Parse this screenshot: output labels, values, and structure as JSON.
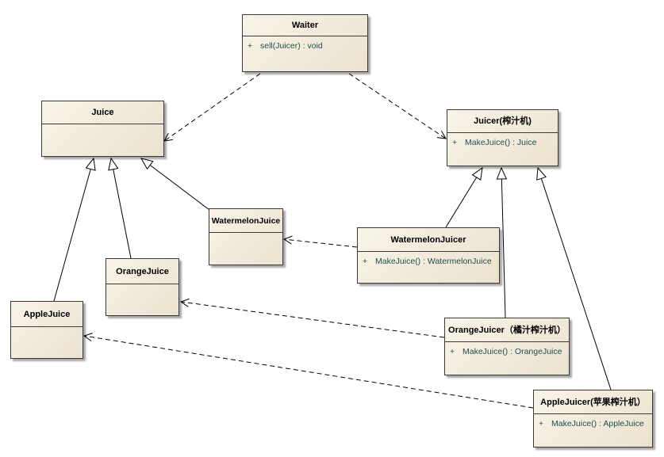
{
  "classes": {
    "waiter": {
      "name": "Waiter",
      "op_vis": "+",
      "op": "sell(Juicer) : void"
    },
    "juice": {
      "name": "Juice"
    },
    "juicer": {
      "name": "Juicer(榨汁机)",
      "op_vis": "+",
      "op": "MakeJuice() : Juice"
    },
    "watermelon_juice": {
      "name": "WatermelonJuice"
    },
    "orange_juice": {
      "name": "OrangeJuice"
    },
    "apple_juice": {
      "name": "AppleJuice"
    },
    "watermelon_juicer": {
      "name": "WatermelonJuicer",
      "op_vis": "+",
      "op": "MakeJuice() : WatermelonJuice"
    },
    "orange_juicer": {
      "name": "OrangeJuicer（橘汁榨汁机）",
      "op_vis": "+",
      "op": "MakeJuice() : OrangeJuice"
    },
    "apple_juicer": {
      "name": "AppleJuicer(苹果榨汁机）",
      "op_vis": "+",
      "op": "MakeJuice() : AppleJuice"
    }
  },
  "colors": {
    "line": "#000000",
    "border": "#3a3a3a",
    "fill_light": "#f8f4e8",
    "fill_dark": "#ece2cf",
    "operation_text": "#1e4f4f"
  },
  "relations": [
    {
      "type": "dependency",
      "from": "Waiter",
      "to": "Juice"
    },
    {
      "type": "dependency",
      "from": "Waiter",
      "to": "Juicer(榨汁机)"
    },
    {
      "type": "generalization",
      "from": "AppleJuice",
      "to": "Juice"
    },
    {
      "type": "generalization",
      "from": "OrangeJuice",
      "to": "Juice"
    },
    {
      "type": "generalization",
      "from": "WatermelonJuice",
      "to": "Juice"
    },
    {
      "type": "generalization",
      "from": "WatermelonJuicer",
      "to": "Juicer(榨汁机)"
    },
    {
      "type": "generalization",
      "from": "OrangeJuicer（橘汁榨汁机）",
      "to": "Juicer(榨汁机)"
    },
    {
      "type": "generalization",
      "from": "AppleJuicer(苹果榨汁机）",
      "to": "Juicer(榨汁机)"
    },
    {
      "type": "dependency",
      "from": "WatermelonJuicer",
      "to": "WatermelonJuice"
    },
    {
      "type": "dependency",
      "from": "OrangeJuicer（橘汁榨汁机）",
      "to": "OrangeJuice"
    },
    {
      "type": "dependency",
      "from": "AppleJuicer(苹果榨汁机）",
      "to": "AppleJuice"
    }
  ]
}
